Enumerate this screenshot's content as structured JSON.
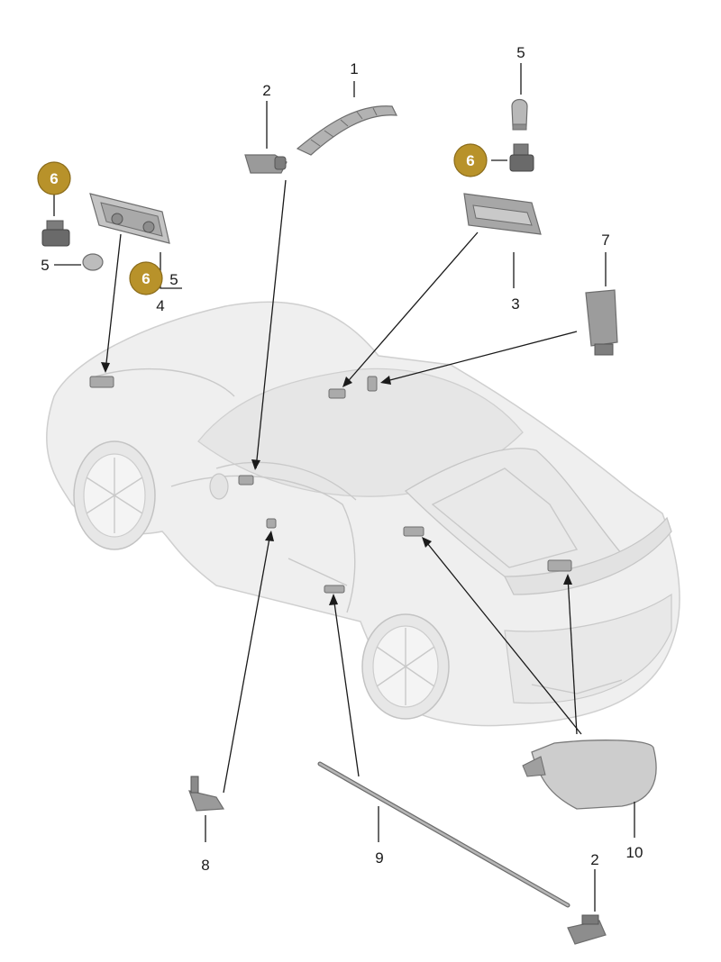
{
  "callouts": [
    {
      "id": "c1",
      "label": "1"
    },
    {
      "id": "c2a",
      "label": "2"
    },
    {
      "id": "c2b",
      "label": "2"
    },
    {
      "id": "c3",
      "label": "3"
    },
    {
      "id": "c4",
      "label": "4"
    },
    {
      "id": "c5a",
      "label": "5"
    },
    {
      "id": "c5b",
      "label": "5"
    },
    {
      "id": "c5c",
      "label": "5"
    },
    {
      "id": "c7",
      "label": "7"
    },
    {
      "id": "c8",
      "label": "8"
    },
    {
      "id": "c9",
      "label": "9"
    },
    {
      "id": "c10",
      "label": "10"
    }
  ],
  "badges": [
    {
      "id": "b1",
      "label": "6"
    },
    {
      "id": "b2",
      "label": "6"
    },
    {
      "id": "b3",
      "label": "6"
    }
  ],
  "colors": {
    "badge_fill": "#b8922a",
    "badge_stroke": "#8a6b1a",
    "car_body": "#efefef",
    "part_fill": "#9a9a9a",
    "leader": "#1a1a1a"
  }
}
